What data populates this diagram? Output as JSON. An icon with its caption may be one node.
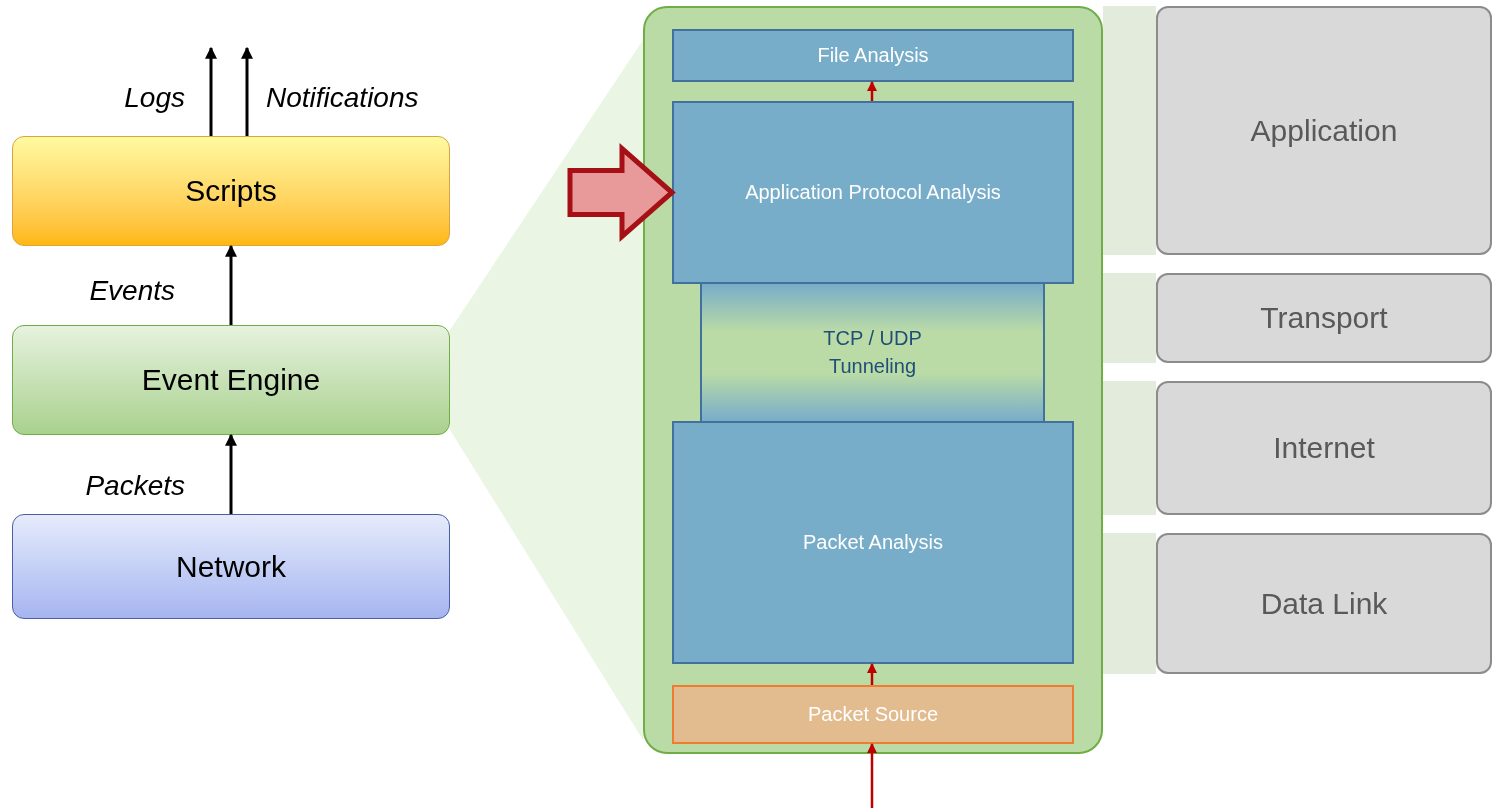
{
  "diagram": {
    "nodes": [
      {
        "text": [
          "Scripts"
        ]
      },
      {
        "text": [
          "Event Engine"
        ]
      },
      {
        "text": [
          "Network"
        ]
      },
      {
        "text": [],
        "shape": "box"
      },
      {
        "text": [
          "File Analysis"
        ],
        "in": 3
      },
      {
        "text": [
          "Application Protocol Analysis"
        ],
        "in": 3
      },
      {
        "text": [
          "TCP / UDP Tunneling"
        ],
        "in": 3
      },
      {
        "text": [
          "Packet Analysis"
        ],
        "in": 3
      },
      {
        "text": [
          "Packet Source"
        ],
        "in": 3
      },
      {
        "text": [
          "Application"
        ]
      },
      {
        "text": [
          "Transport"
        ]
      },
      {
        "text": [
          "Internet"
        ]
      },
      {
        "text": [
          "Data Link"
        ]
      }
    ],
    "edges": [
      {
        "from": 0,
        "to": null,
        "arrow": "to",
        "label": "Logs"
      },
      {
        "from": 0,
        "to": null,
        "arrow": "to",
        "label": "Notifications"
      },
      {
        "from": 1,
        "to": 0,
        "arrow": "to",
        "label": "Events"
      },
      {
        "from": 2,
        "to": 1,
        "arrow": "to",
        "label": "Packets"
      },
      {
        "from": 8,
        "to": 7,
        "arrow": "to",
        "color": "#c00000"
      },
      {
        "from": 5,
        "to": 4,
        "arrow": "to",
        "color": "#c00000"
      },
      {
        "from": null,
        "to": 8,
        "arrow": "to",
        "color": "#c00000"
      },
      {
        "from": null,
        "to": 5,
        "arrow": "to",
        "style": "thick",
        "color": "#a50f15"
      }
    ]
  }
}
